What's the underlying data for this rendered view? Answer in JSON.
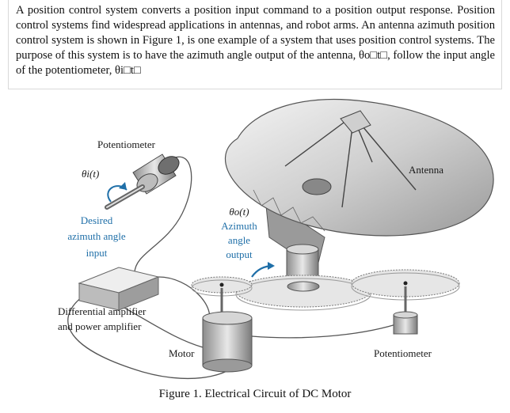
{
  "paragraph": "A position control system converts a position input command to a position output response. Position control systems find widespread applications in antennas, and robot arms. An antenna azimuth position control system is shown in Figure 1, is one example of a system that uses position control systems. The purpose of this system is to have the azimuth angle output of the antenna, θo□t□, follow the input angle of the potentiometer, θi□t□",
  "figure": {
    "caption": "Figure 1. Electrical Circuit of DC Motor",
    "labels": {
      "potentiometer_top": "Potentiometer",
      "theta_i": "θi(t)",
      "desired_line1": "Desired",
      "desired_line2": "azimuth angle",
      "desired_line3": "input",
      "theta_o": "θo(t)",
      "azimuth_line1": "Azimuth",
      "azimuth_line2": "angle",
      "azimuth_line3": "output",
      "antenna": "Antenna",
      "amp_line1": "Differential amplifier",
      "amp_line2": "and power amplifier",
      "motor": "Motor",
      "potentiometer_bottom": "Potentiometer"
    }
  }
}
